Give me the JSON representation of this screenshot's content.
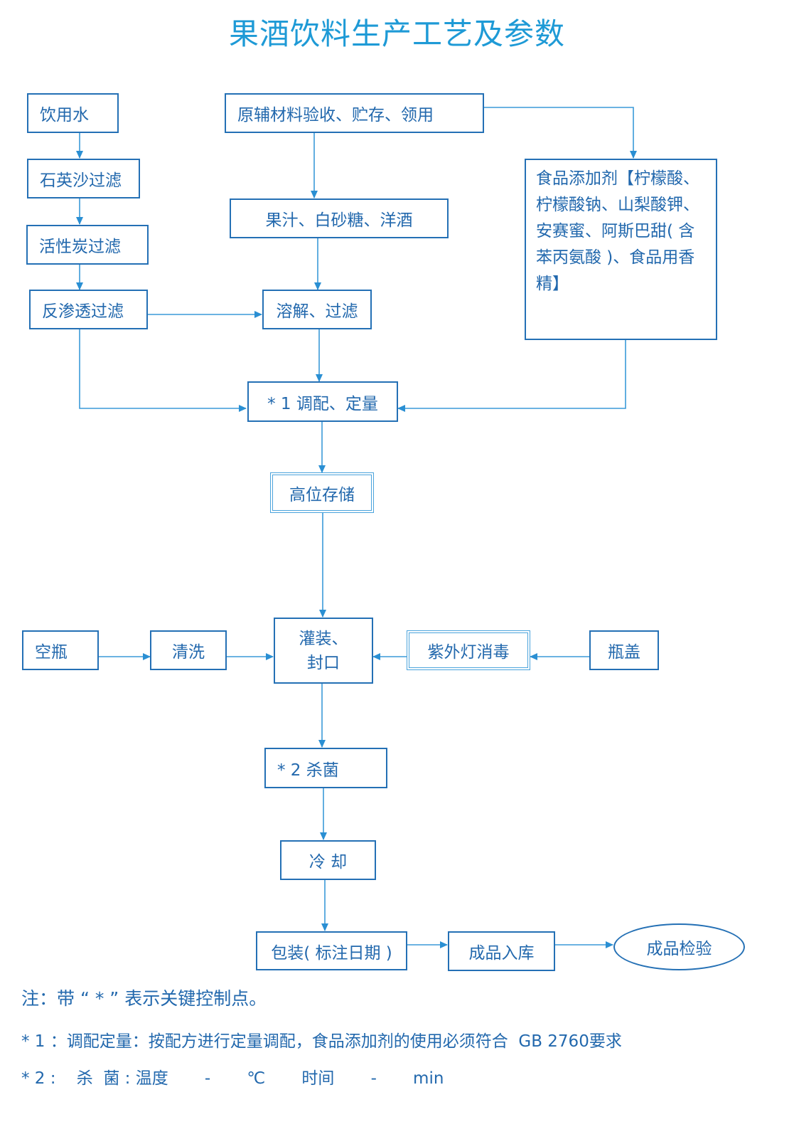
{
  "title": "果酒饮料生产工艺及参数",
  "nodes": {
    "drinking_water": "饮用水",
    "quartz_filter": "石英沙过滤",
    "carbon_filter": "活性炭过滤",
    "ro_filter": "反渗透过滤",
    "raw_materials": "原辅材料验收、贮存、领用",
    "juice_sugar_wine": "果汁、白砂糖、洋酒",
    "additives": "食品添加剂【柠檬酸、柠檬酸钠、山梨酸钾、安赛蜜、阿斯巴甜( 含苯丙氨酸 )、食品用香精】",
    "dissolve_filter": "溶解、过滤",
    "blend_quantify": "* 1 调配、定量",
    "high_storage": "高位存储",
    "empty_bottle": "空瓶",
    "wash": "清洗",
    "fill_seal_line1": "灌装、",
    "fill_seal_line2": "封口",
    "uv_disinfect": "紫外灯消毒",
    "bottle_cap": "瓶盖",
    "sterilize": "* 2  杀菌",
    "cool": "冷  却",
    "package": "包装( 标注日期 )",
    "warehouse": "成品入库",
    "inspection": "成品检验"
  },
  "notes": {
    "note1": "注：带 “ * ” 表示关键控制点。",
    "note2": "* 1 ：调配定量：按配方进行定量调配，食品添加剂的使用必须符合  GB 2760要求",
    "note3": "* 2 :    杀  菌 : 温度       -       ℃       时间       -       min"
  },
  "colors": {
    "title": "#1e9ad6",
    "border": "#2470b5",
    "arrow": "#3a9ad8",
    "text": "#2268ad"
  }
}
